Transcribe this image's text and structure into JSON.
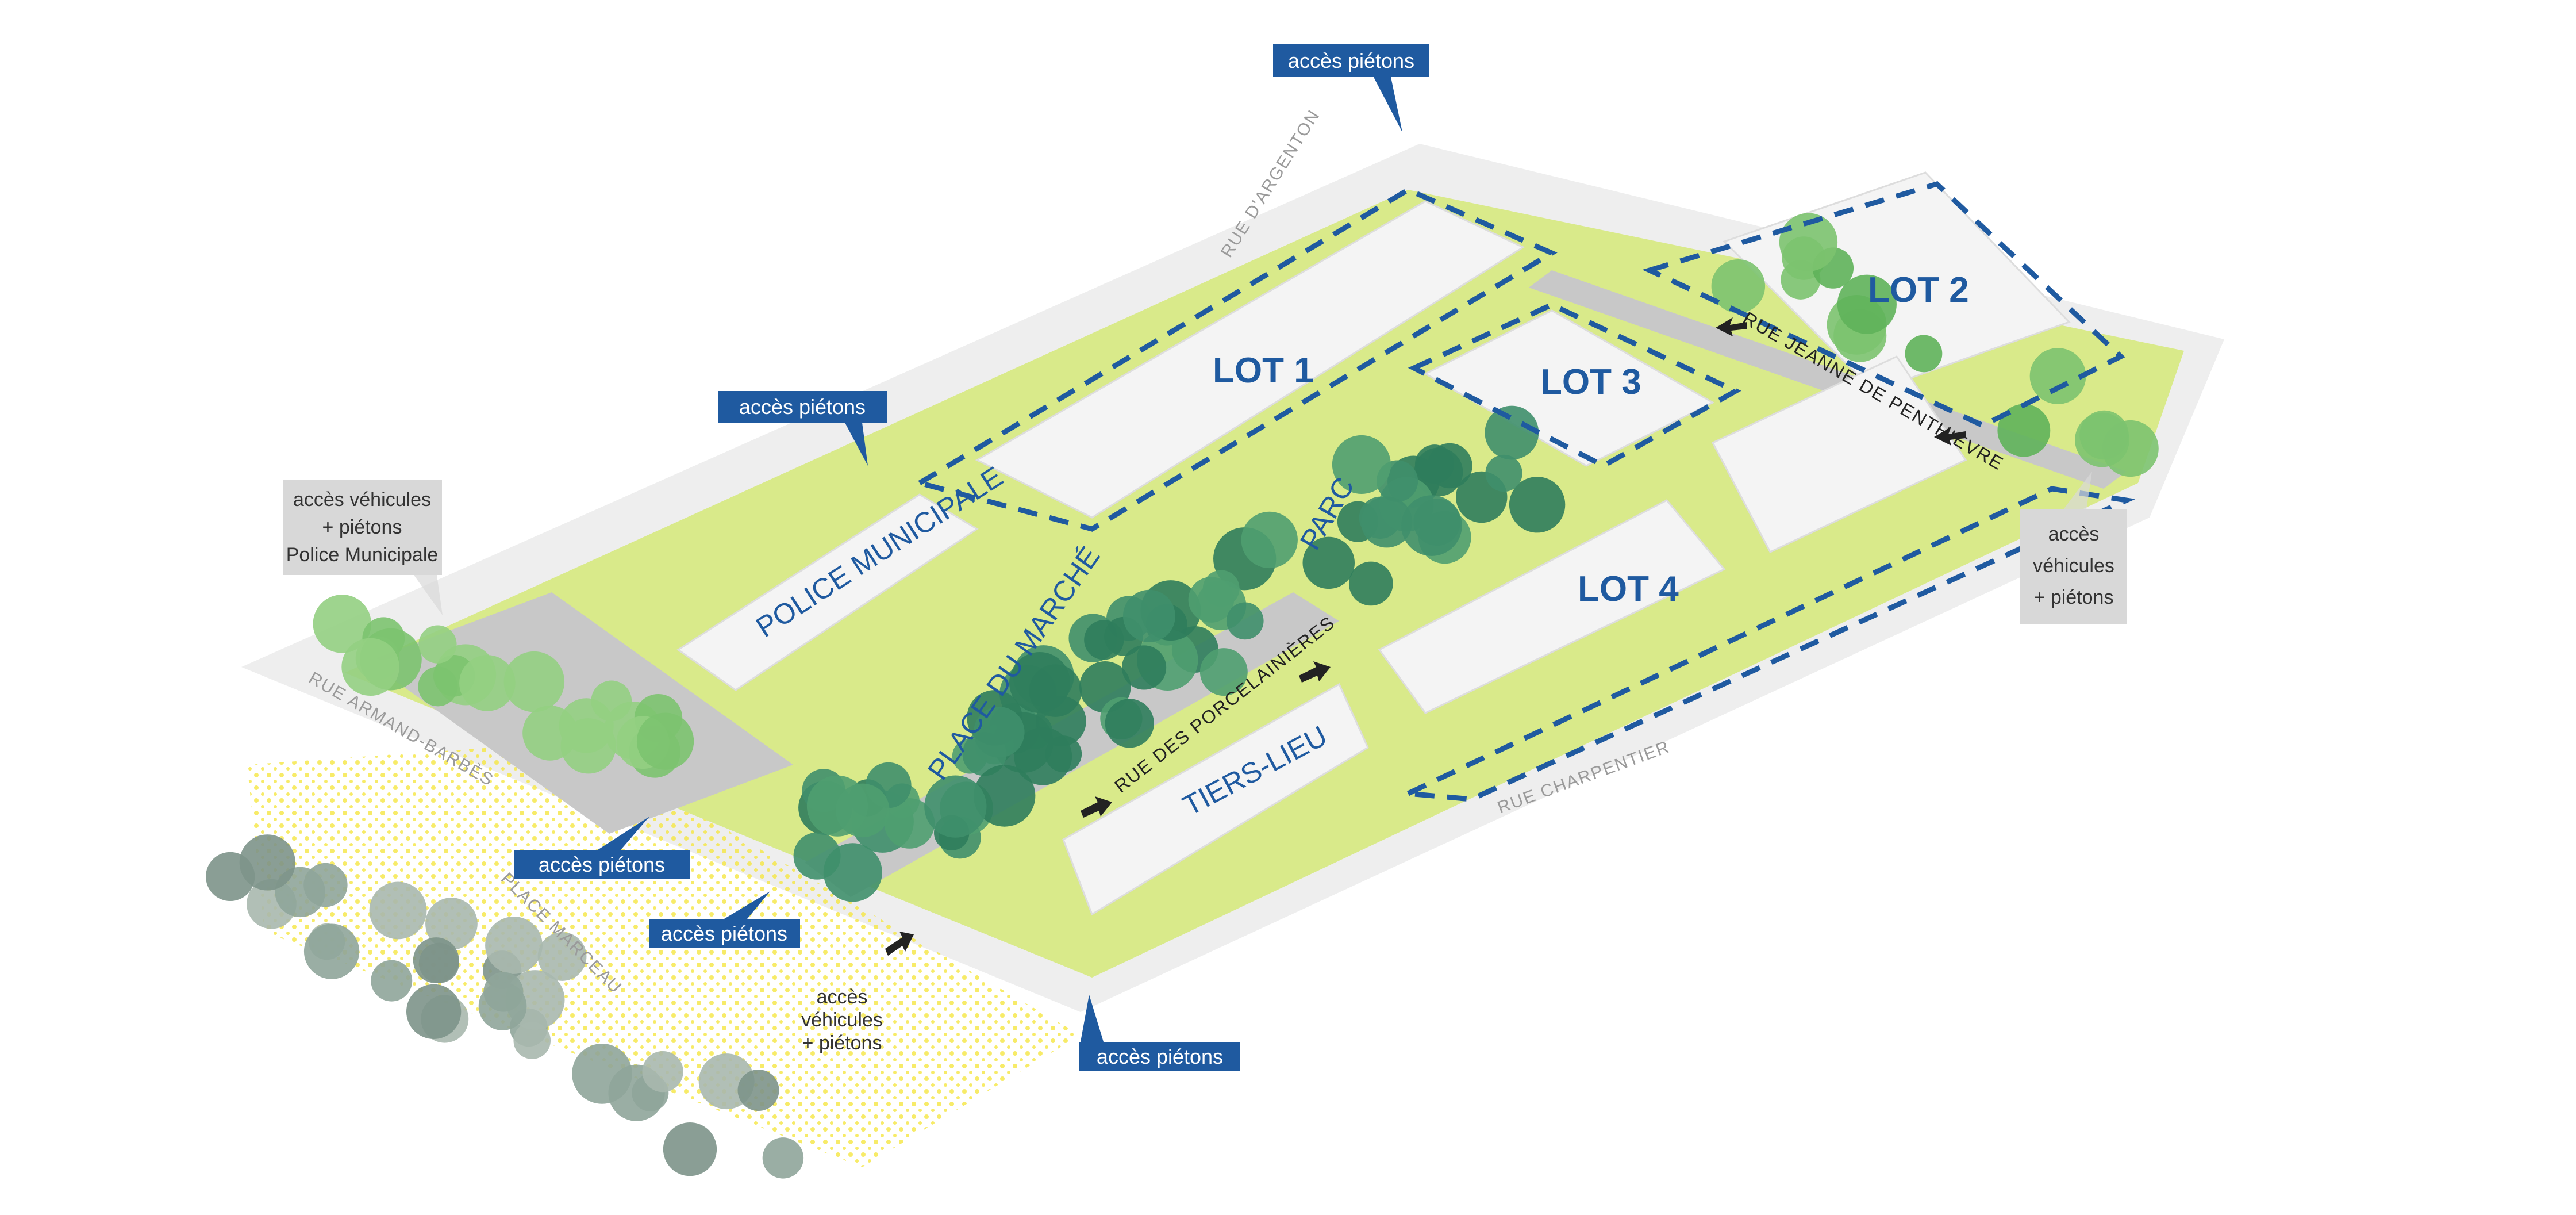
{
  "colors": {
    "label_blue": "#1f5aa0",
    "grass": "#d9ea8a",
    "tree_dark": "#3f8f6c",
    "tree_light": "#7cc36f",
    "road": "#c8c8c8",
    "building": "#f2f2f2",
    "yellow_dots": "#f5e642"
  },
  "lots": [
    "LOT 1",
    "LOT 2",
    "LOT 3",
    "LOT 4"
  ],
  "places": {
    "police": "POLICE MUNICIPALE",
    "parc": "PARC",
    "marche": "PLACE DU MARCHÉ",
    "tiers_lieu": "TIERS-LIEU"
  },
  "streets": {
    "argenton": "RUE D'ARGENTON",
    "penthievre": "RUE JEANNE DE PENTHIÈVRE",
    "porcelainieres": "RUE DES PORCELAINIÈRES",
    "barbes": "RUE ARMAND-BARBÈS",
    "marceau": "PLACE MARCEAU",
    "charpentier": "RUE CHARPENTIER"
  },
  "callouts": {
    "pietons": "accès piétons",
    "police_access": [
      "accès véhicules",
      "+ piétons",
      "Police Municipale"
    ],
    "vehicules_right": [
      "accès",
      "véhicules",
      "+ piétons"
    ],
    "vehicules_bottom": [
      "accès",
      "véhicules",
      "+ piétons"
    ]
  }
}
